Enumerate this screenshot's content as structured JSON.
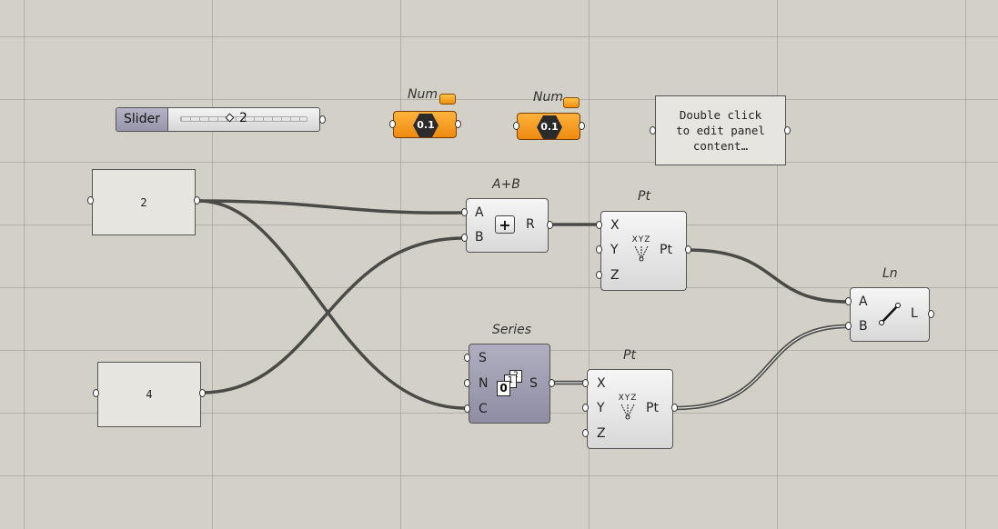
{
  "slider": {
    "label": "Slider",
    "value": "2"
  },
  "number_params": [
    {
      "nickname": "Num",
      "icon_text": "0.1"
    },
    {
      "nickname": "Num",
      "icon_text": "0.1"
    }
  ],
  "panels": {
    "note": "Double click\nto edit panel\ncontent…",
    "value_a": "2",
    "value_b": "4"
  },
  "components": {
    "addition": {
      "nickname": "A+B",
      "inputs": [
        "A",
        "B"
      ],
      "outputs": [
        "R"
      ],
      "icon": "plus-icon"
    },
    "point_top": {
      "nickname": "Pt",
      "inputs": [
        "X",
        "Y",
        "Z"
      ],
      "outputs": [
        "Pt"
      ],
      "icon": "xyz-point-icon",
      "icon_text": "XYZ"
    },
    "series": {
      "nickname": "Series",
      "inputs": [
        "S",
        "N",
        "C"
      ],
      "outputs": [
        "S"
      ],
      "icon": "series-icon",
      "icon_digits": [
        "0",
        "1",
        "2"
      ]
    },
    "point_bottom": {
      "nickname": "Pt",
      "inputs": [
        "X",
        "Y",
        "Z"
      ],
      "outputs": [
        "Pt"
      ],
      "icon": "xyz-point-icon",
      "icon_text": "XYZ"
    },
    "line": {
      "nickname": "Ln",
      "inputs": [
        "A",
        "B"
      ],
      "outputs": [
        "L"
      ],
      "icon": "line-icon"
    }
  },
  "colors": {
    "canvas": "#d3d0c8",
    "component": "#e6e6e6",
    "series_component": "#9896ab",
    "number_param": "#f39a1c",
    "wire": "#4a4a46"
  }
}
